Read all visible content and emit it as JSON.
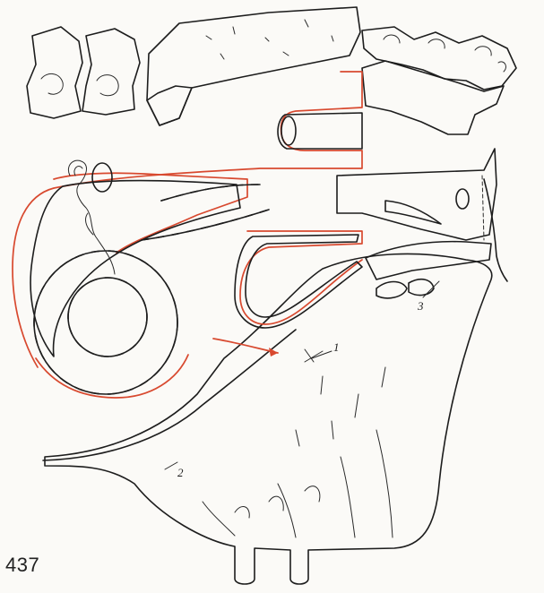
{
  "figure": {
    "number": "437",
    "callouts": [
      {
        "id": "1",
        "text": "1"
      },
      {
        "id": "2",
        "text": "2"
      },
      {
        "id": "3",
        "text": "3"
      }
    ]
  },
  "colors": {
    "ink": "#1d1d1d",
    "outline_highlight": "#d8492f",
    "paper": "#fbfaf7",
    "stipple": "#6b6b6b"
  },
  "icons": {
    "arrow": "red-arrow-icon"
  }
}
